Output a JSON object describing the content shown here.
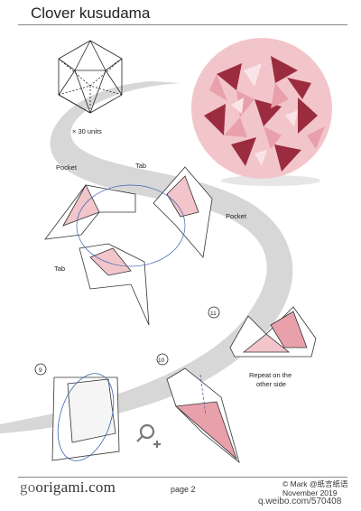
{
  "header": {
    "title": "Clover kusudama"
  },
  "figures": {
    "units_label": "× 30 units",
    "pocket_label_1": "Pocket",
    "tab_label_1": "Tab",
    "pocket_label_2": "Pocket",
    "tab_label_2": "Tab",
    "step_9": "9",
    "step_10": "10",
    "step_11": "11",
    "repeat_line_1": "Repeat on the",
    "repeat_line_2": "other side"
  },
  "footer": {
    "logo_prefix": "go",
    "logo_rest": "origami.com",
    "page": "page 2",
    "credit_line_1": "© Mark @纸言纸语",
    "credit_line_2": "November 2019",
    "watermark": "q.weibo.com/570408"
  },
  "colors": {
    "pink_light": "#f2c5cb",
    "pink_mid": "#e8a0ab",
    "burgundy": "#9b2c3f",
    "swoosh_gray": "#d7d7d7",
    "arrow_blue": "#3b63b0"
  }
}
